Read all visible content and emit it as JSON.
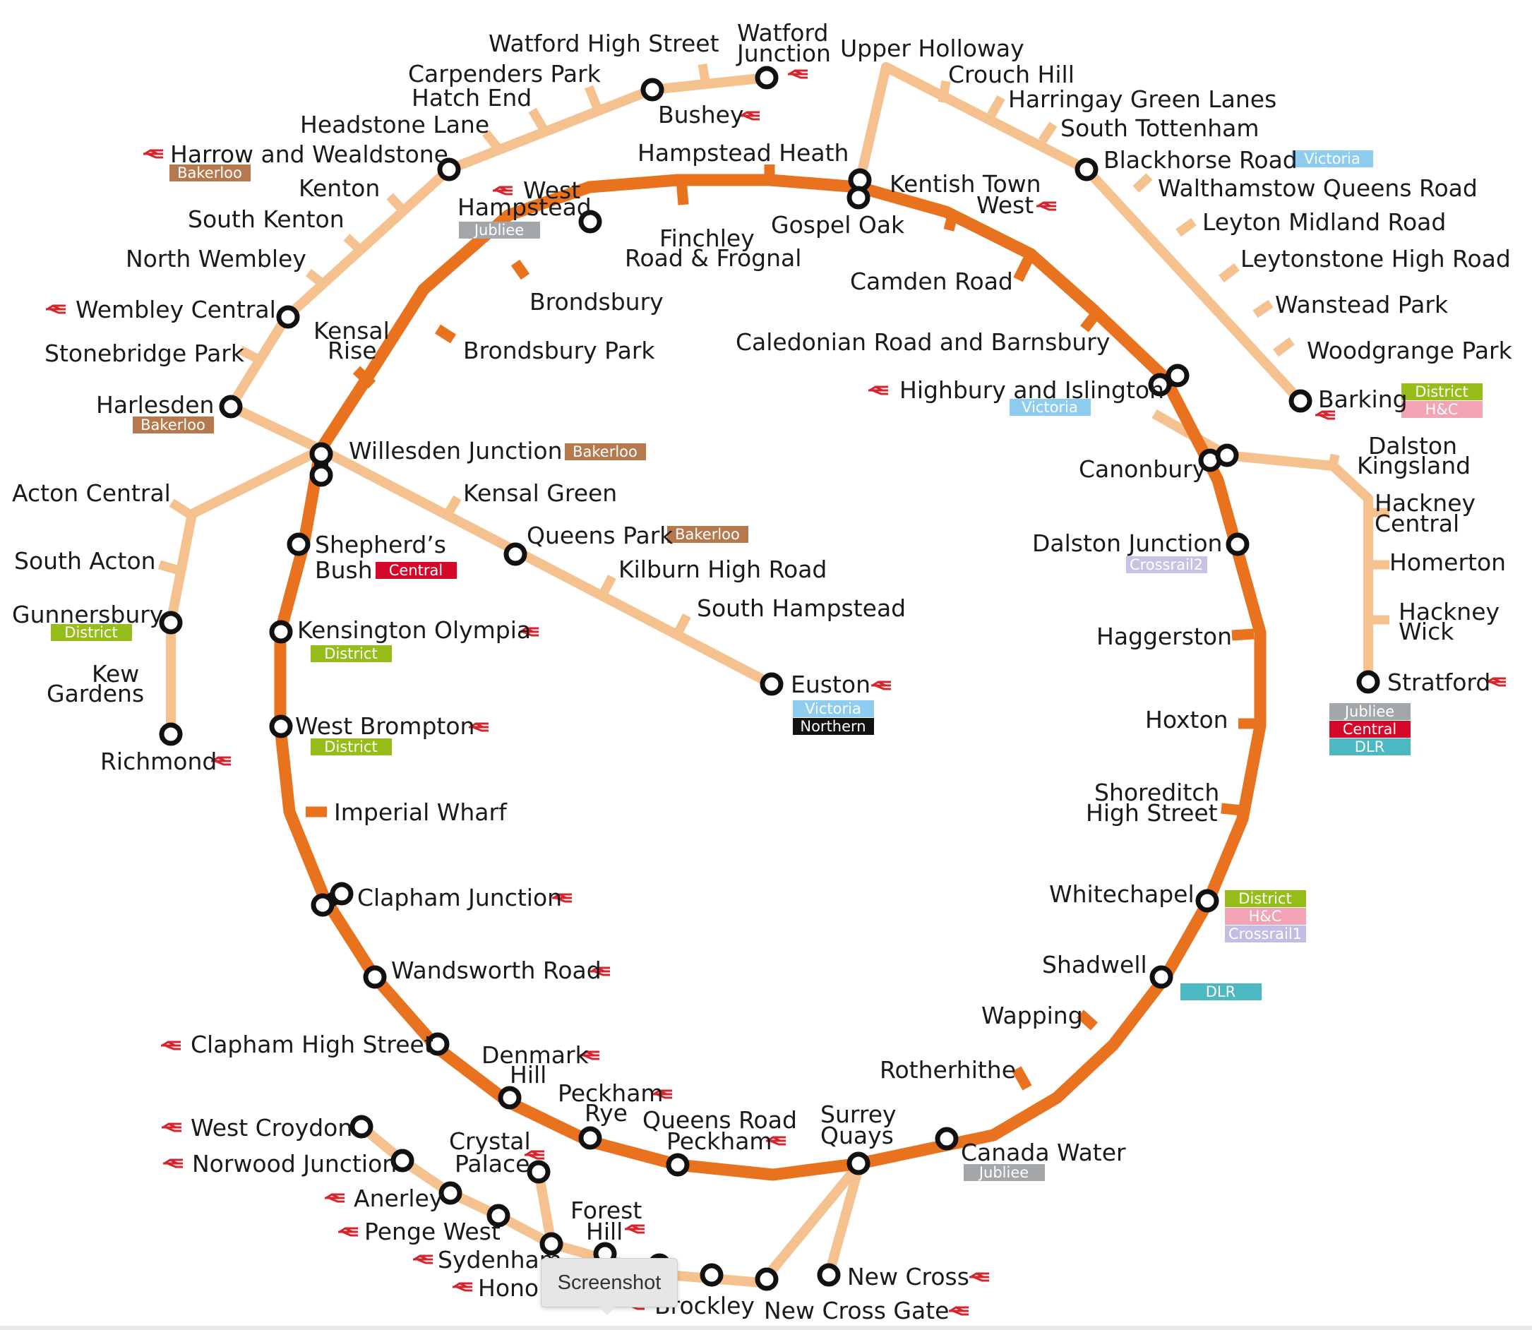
{
  "colors": {
    "orbital": "#e8721d",
    "branch": "#f5c18f",
    "rail": "#d5242d",
    "District": "#97bd1a",
    "H&C": "#f2a3b4",
    "Bakerloo": "#b5794d",
    "Victoria": "#8ecdf0",
    "Jubilee": "#a3a7aa",
    "Central": "#d5082a",
    "DLR": "#4cb8c1",
    "Northern": "#111111",
    "Crossrail2": "#c8c3e4",
    "Crossrail1": "#c3bde3"
  },
  "stations": {
    "watford_high_street": "Watford High Street",
    "watford_junction": [
      "Watford",
      "Junction"
    ],
    "carpenders_park": "Carpenders Park",
    "hatch_end": "Hatch End",
    "bushey": "Bushey",
    "headstone_lane": "Headstone Lane",
    "harrow_wealdstone": "Harrow and Wealdstone",
    "kenton": "Kenton",
    "south_kenton": "South Kenton",
    "north_wembley": "North Wembley",
    "wembley_central": "Wembley Central",
    "stonebridge_park": "Stonebridge Park",
    "harlesden": "Harlesden",
    "kensal_rise": [
      "Kensal",
      "Rise"
    ],
    "willesden_junction": "Willesden Junction",
    "acton_central": "Acton Central",
    "south_acton": "South Acton",
    "gunnersbury": "Gunnersbury",
    "kew_gardens": [
      "Kew",
      "Gardens"
    ],
    "richmond": "Richmond",
    "shepherds_bush": [
      "Shepherd’s",
      "Bush"
    ],
    "kensington_olympia": "Kensington Olympia",
    "west_brompton": "West Brompton",
    "imperial_wharf": "Imperial Wharf",
    "clapham_junction": "Clapham Junction",
    "wandsworth_road": "Wandsworth Road",
    "clapham_high_street": "Clapham High Street",
    "denmark_hill": [
      "Denmark",
      "Hill"
    ],
    "peckham_rye": [
      "Peckham",
      "Rye"
    ],
    "queens_road_peckham": [
      "Queens Road",
      "Peckham"
    ],
    "surrey_quays": [
      "Surrey",
      "Quays"
    ],
    "canada_water": "Canada Water",
    "rotherhithe": "Rotherhithe",
    "wapping": "Wapping",
    "shadwell": "Shadwell",
    "whitechapel": "Whitechapel",
    "shoreditch_high_street": [
      "Shoreditch",
      "High Street"
    ],
    "hoxton": "Hoxton",
    "haggerston": "Haggerston",
    "dalston_junction": "Dalston Junction",
    "canonbury": "Canonbury",
    "dalston_kingsland": [
      "Dalston",
      "Kingsland"
    ],
    "hackney_central": [
      "Hackney",
      "Central"
    ],
    "homerton": "Homerton",
    "hackney_wick": [
      "Hackney",
      "Wick"
    ],
    "stratford": "Stratford",
    "highbury_islington": "Highbury and Islington",
    "caledonian_road": "Caledonian Road and Barnsbury",
    "camden_road": "Camden Road",
    "kentish_town_west": [
      "Kentish Town",
      "West"
    ],
    "gospel_oak": "Gospel Oak",
    "upper_holloway": "Upper Holloway",
    "crouch_hill": "Crouch Hill",
    "harringay_green_lanes": "Harringay Green Lanes",
    "south_tottenham": "South Tottenham",
    "blackhorse_road": "Blackhorse Road",
    "walthamstow_queens_road": "Walthamstow Queens Road",
    "leyton_midland_road": "Leyton Midland Road",
    "leytonstone_high_road": "Leytonstone High Road",
    "wanstead_park": "Wanstead Park",
    "woodgrange_park": "Woodgrange Park",
    "barking": "Barking",
    "hampstead_heath": "Hampstead Heath",
    "west_hampstead": [
      "West",
      "Hampstead"
    ],
    "finchley_road_frognal": [
      "Finchley",
      "Road & Frognal"
    ],
    "brondesbury": "Brondsbury",
    "brondesbury_park": "Brondsbury Park",
    "kensal_green": "Kensal Green",
    "queens_park": "Queens Park",
    "kilburn_high_road": "Kilburn High Road",
    "south_hampstead": "South Hampstead",
    "euston": "Euston",
    "west_croydon": "West Croydon",
    "norwood_junction": "Norwood Junction",
    "anerley": "Anerley",
    "penge_west": "Penge West",
    "sydenham": "Sydenham",
    "honor_oak_park": "Honor",
    "crystal_palace": [
      "Crystal",
      "Palace"
    ],
    "forest_hill": [
      "Forest",
      "Hill"
    ],
    "brockley": "Brockley",
    "new_cross_gate": "New Cross Gate",
    "new_cross": "New Cross"
  },
  "badges": {
    "bakerloo": "Bakerloo",
    "jubilee": "Jubliee",
    "district": "District",
    "central": "Central",
    "victoria": "Victoria",
    "northern": "Northern",
    "hc": "H&C",
    "dlr": "DLR",
    "crossrail2": "Crossrail2",
    "crossrail1": "Crossrail1"
  },
  "tooltip": "Screenshot",
  "icons": {
    "rail": "national-rail-icon",
    "station": "station-marker-icon",
    "interchange": "interchange-icon"
  }
}
